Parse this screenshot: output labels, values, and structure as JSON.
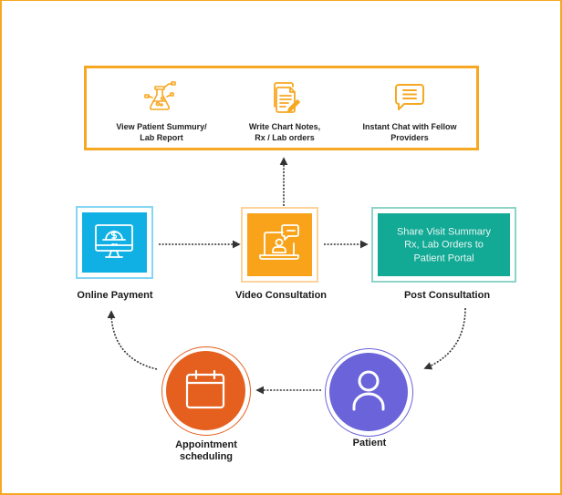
{
  "colors": {
    "frame": "#f7a823",
    "payment_blue": "#10b0e4",
    "video_orange": "#f9a31a",
    "post_teal": "#12a995",
    "appointment_orange": "#e5601e",
    "patient_purple": "#6a63d9",
    "arrow": "#333333"
  },
  "features": [
    {
      "icon": "flask-icon",
      "label_line1": "View Patient Summury/",
      "label_line2": "Lab Report"
    },
    {
      "icon": "documents-pencil-icon",
      "label_line1": "Write Chart Notes,",
      "label_line2": "Rx / Lab orders"
    },
    {
      "icon": "chat-bubble-icon",
      "label_line1": "Instant Chat with Fellow",
      "label_line2": "Providers"
    }
  ],
  "nodes": {
    "online_payment": {
      "label": "Online Payment",
      "icon": "monitor-dollar-icon"
    },
    "video_consultation": {
      "label": "Video Consultation",
      "icon": "laptop-user-chat-icon"
    },
    "post_consultation": {
      "label": "Post Consultation",
      "text_line1": "Share Visit Summary",
      "text_line2": "Rx, Lab Orders to",
      "text_line3": "Patient Portal"
    },
    "patient": {
      "label": "Patient",
      "icon": "user-icon"
    },
    "appointment": {
      "label_line1": "Appointment",
      "label_line2": "scheduling",
      "icon": "calendar-icon"
    }
  }
}
